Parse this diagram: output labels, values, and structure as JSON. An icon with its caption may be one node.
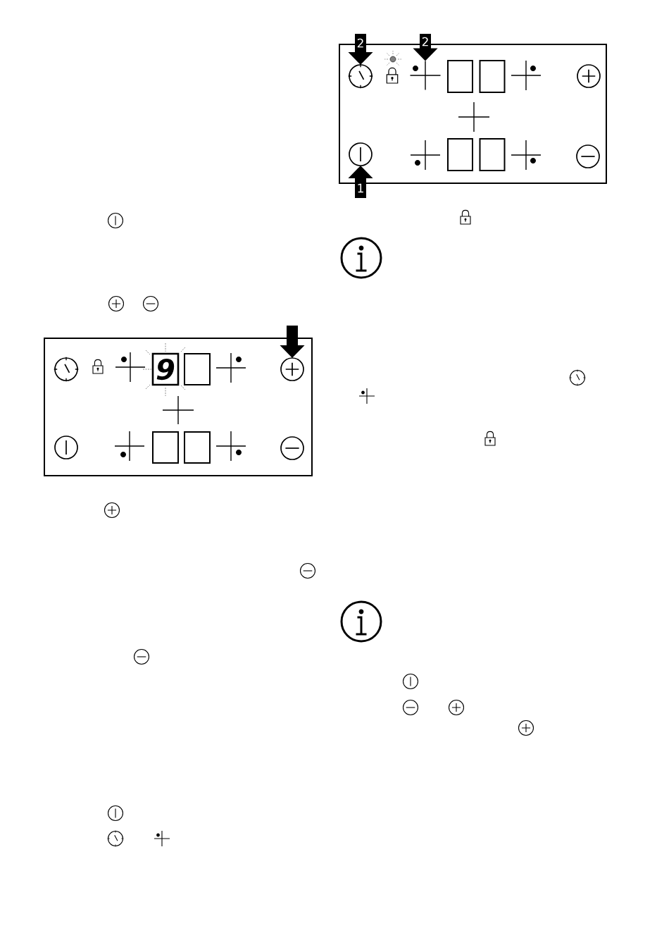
{
  "diagram": {
    "nodes": [
      {
        "text": [],
        "shape": "box"
      },
      {
        "text": [],
        "shape": "circle",
        "in": 0
      },
      {
        "text": [
          "9"
        ],
        "in": 0
      },
      {
        "text": [],
        "shape": "box",
        "in": 0
      },
      {
        "text": [],
        "shape": "circle",
        "in": 0
      },
      {
        "text": [],
        "shape": "circle",
        "in": 0
      },
      {
        "text": [],
        "shape": "box",
        "in": 0
      },
      {
        "text": [],
        "shape": "box",
        "in": 0
      },
      {
        "text": [],
        "shape": "circle",
        "in": 0
      },
      {
        "text": [],
        "shape": "box"
      },
      {
        "text": [],
        "shape": "circle",
        "in": 9
      },
      {
        "text": [],
        "shape": "cross",
        "in": 9
      },
      {
        "text": [],
        "shape": "box",
        "in": 9
      },
      {
        "text": [],
        "shape": "box",
        "in": 9
      },
      {
        "text": [],
        "shape": "circle",
        "in": 9
      },
      {
        "text": [],
        "shape": "circle",
        "in": 9
      },
      {
        "text": [],
        "shape": "box",
        "in": 9
      },
      {
        "text": [],
        "shape": "box",
        "in": 9
      },
      {
        "text": [],
        "shape": "circle",
        "in": 9
      }
    ],
    "edges": [
      {
        "from": null,
        "to": 4,
        "arrow": "to"
      },
      {
        "from": null,
        "to": 10,
        "arrow": "to",
        "label": "2"
      },
      {
        "from": null,
        "to": 11,
        "arrow": "to",
        "label": "2"
      },
      {
        "from": null,
        "to": 15,
        "arrow": "to",
        "label": "1"
      }
    ]
  }
}
